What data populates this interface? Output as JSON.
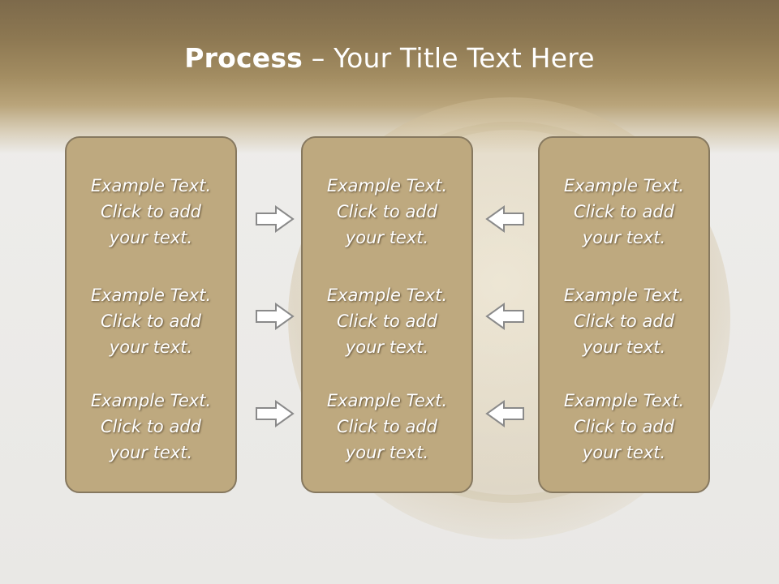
{
  "title": {
    "bold": "Process",
    "rest": " – Your Title Text Here"
  },
  "panels": [
    {
      "items": [
        {
          "line1": "Example Text.",
          "line2": "Click  to add",
          "line3": "your text."
        },
        {
          "line1": "Example Text.",
          "line2": "Click  to add",
          "line3": "your text."
        },
        {
          "line1": "Example Text.",
          "line2": "Click  to add",
          "line3": "your text."
        }
      ]
    },
    {
      "items": [
        {
          "line1": "Example Text.",
          "line2": "Click  to add",
          "line3": "your text."
        },
        {
          "line1": "Example Text.",
          "line2": "Click  to add",
          "line3": "your text."
        },
        {
          "line1": "Example Text.",
          "line2": "Click  to add",
          "line3": "your text."
        }
      ]
    },
    {
      "items": [
        {
          "line1": "Example Text.",
          "line2": "Click  to add",
          "line3": "your text."
        },
        {
          "line1": "Example Text.",
          "line2": "Click  to add",
          "line3": "your text."
        },
        {
          "line1": "Example Text.",
          "line2": "Click  to add",
          "line3": "your text."
        }
      ]
    }
  ],
  "arrows": {
    "left_column": [
      "right-arrow-icon",
      "right-arrow-icon",
      "right-arrow-icon"
    ],
    "right_column": [
      "left-arrow-icon",
      "left-arrow-icon",
      "left-arrow-icon"
    ]
  },
  "colors": {
    "header": "#8d7852",
    "panel_fill": "#bea97f",
    "panel_border": "#86785f",
    "text": "#ffffff",
    "arrow_fill": "#ffffff",
    "arrow_stroke": "#8a8a8a"
  }
}
